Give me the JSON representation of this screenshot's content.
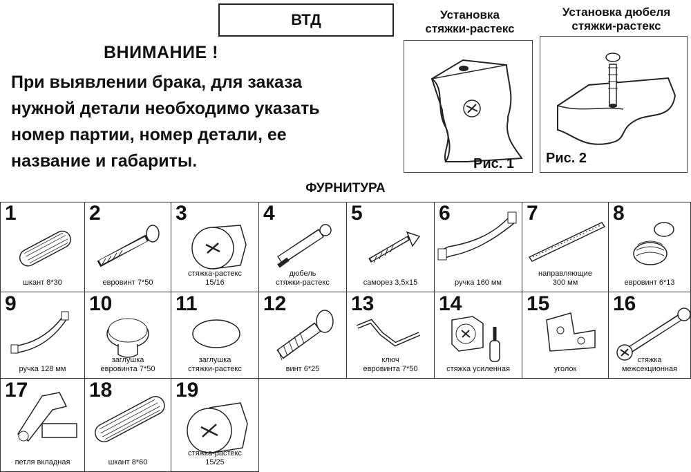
{
  "header": {
    "brand": "ВТД",
    "fig1_title": "Установка\nстяжки-растекс",
    "fig2_title": "Установка дюбеля\nстяжки-растекс",
    "fig1_label": "Рис. 1",
    "fig2_label": "Рис. 2"
  },
  "warning": {
    "title": "ВНИМАНИЕ !",
    "lines": [
      "При выявлении брака, для заказа",
      "нужной детали необходимо указать",
      "номер партии, номер детали, ее",
      "название и габариты."
    ]
  },
  "hardware": {
    "title": "ФУРНИТУРА",
    "items": [
      {
        "num": "1",
        "caption": "шкант 8*30"
      },
      {
        "num": "2",
        "caption": "евровинт 7*50"
      },
      {
        "num": "3",
        "caption": "стяжка-растекс\n15/16"
      },
      {
        "num": "4",
        "caption": "дюбель\nстяжки-растекс"
      },
      {
        "num": "5",
        "caption": "саморез 3,5х15"
      },
      {
        "num": "6",
        "caption": "ручка 160 мм"
      },
      {
        "num": "7",
        "caption": "направляющие\n300 мм"
      },
      {
        "num": "8",
        "caption": "евровинт 6*13"
      },
      {
        "num": "9",
        "caption": "ручка 128 мм"
      },
      {
        "num": "10",
        "caption": "заглушка\nевровинта 7*50"
      },
      {
        "num": "11",
        "caption": "заглушка\nстяжки-растекс"
      },
      {
        "num": "12",
        "caption": "винт 6*25"
      },
      {
        "num": "13",
        "caption": "ключ\nевровинта 7*50"
      },
      {
        "num": "14",
        "caption": "стяжка усиленная"
      },
      {
        "num": "15",
        "caption": "уголок"
      },
      {
        "num": "16",
        "caption": "стяжка\nмежсекционная"
      },
      {
        "num": "17",
        "caption": "петля вкладная"
      },
      {
        "num": "18",
        "caption": "шкант 8*60"
      },
      {
        "num": "19",
        "caption": "стяжка-растекс\n15/25"
      }
    ]
  }
}
